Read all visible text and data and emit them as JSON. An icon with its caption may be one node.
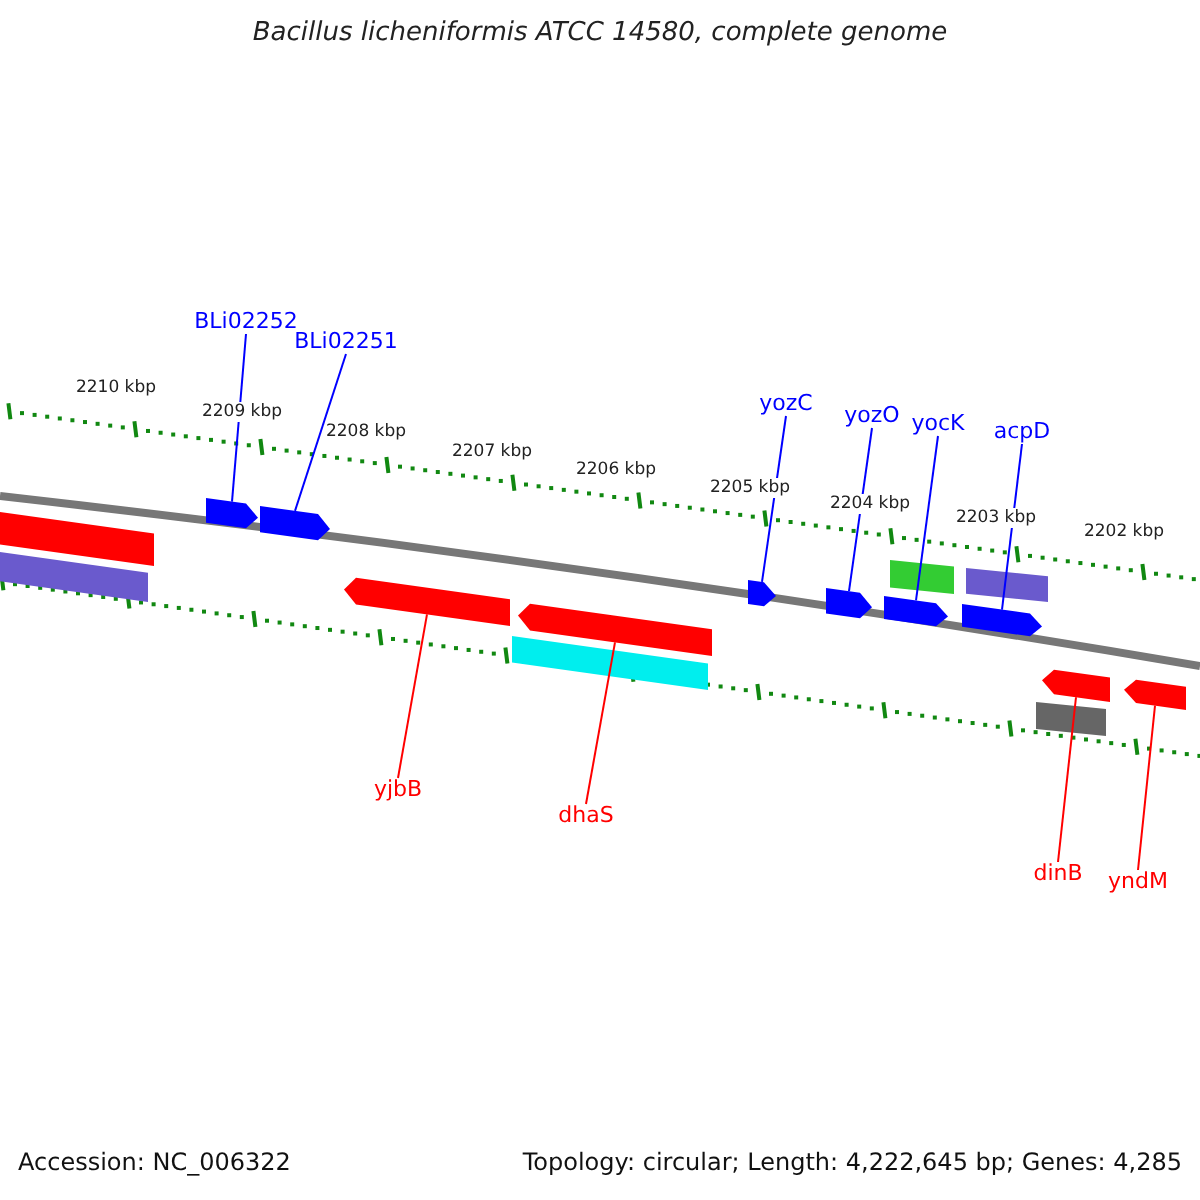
{
  "diagram": {
    "title": "Bacillus licheniformis ATCC 14580, complete genome",
    "nodes": [
      {
        "text": [
          "BLi02252"
        ]
      },
      {
        "text": [
          "BLi02251"
        ]
      },
      {
        "text": [
          "yozC"
        ]
      },
      {
        "text": [
          "yozO"
        ]
      },
      {
        "text": [
          "yocK"
        ]
      },
      {
        "text": [
          "acpD"
        ]
      },
      {
        "text": [
          "yjbB"
        ]
      },
      {
        "text": [
          "dhaS"
        ]
      },
      {
        "text": [
          "dinB"
        ]
      },
      {
        "text": [
          "yndM"
        ]
      },
      {
        "text": [],
        "shape": "pentagon"
      },
      {
        "text": [],
        "shape": "pentagon"
      },
      {
        "text": [],
        "shape": "pentagon"
      },
      {
        "text": [],
        "shape": "pentagon"
      },
      {
        "text": [],
        "shape": "pentagon"
      },
      {
        "text": [],
        "shape": "pentagon"
      },
      {
        "text": [],
        "shape": "pentagon"
      },
      {
        "text": [],
        "shape": "pentagon"
      },
      {
        "text": [],
        "shape": "pentagon"
      },
      {
        "text": [],
        "shape": "pentagon"
      }
    ],
    "edges": [
      {
        "from": 0,
        "to": 10,
        "arrow": "none"
      },
      {
        "from": 1,
        "to": 11,
        "arrow": "none"
      },
      {
        "from": 2,
        "to": 12,
        "arrow": "none"
      },
      {
        "from": 3,
        "to": 13,
        "arrow": "none"
      },
      {
        "from": 4,
        "to": 14,
        "arrow": "none"
      },
      {
        "from": 5,
        "to": 15,
        "arrow": "none"
      },
      {
        "from": 6,
        "to": 16,
        "arrow": "none",
        "color": "#ff0000"
      },
      {
        "from": 7,
        "to": 17,
        "arrow": "none",
        "color": "#ff0000"
      },
      {
        "from": 8,
        "to": 18,
        "arrow": "none",
        "color": "#ff0000"
      },
      {
        "from": 9,
        "to": 19,
        "arrow": "none",
        "color": "#ff0000"
      }
    ],
    "labels": [
      "2210 kbp",
      "2209 kbp",
      "2208 kbp",
      "2207 kbp",
      "2206 kbp",
      "2205 kbp",
      "2204 kbp",
      "2203 kbp",
      "2202 kbp",
      "Accession: NC_006322",
      "Topology: circular; Length: 4,222,645 bp; Genes: 4,285"
    ]
  }
}
